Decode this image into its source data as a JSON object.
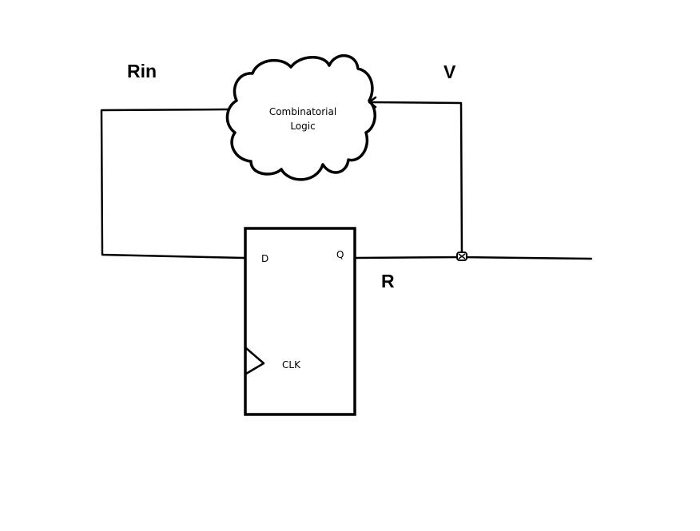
{
  "signals": {
    "rin": "Rin",
    "v": "V",
    "r": "R"
  },
  "logic_block": {
    "line1": "Combinatorial",
    "line2": "Logic"
  },
  "flip_flop": {
    "d_port": "D",
    "q_port": "Q",
    "clk_port": "CLK"
  },
  "colors": {
    "ink": "#000000",
    "background": "#ffffff"
  }
}
